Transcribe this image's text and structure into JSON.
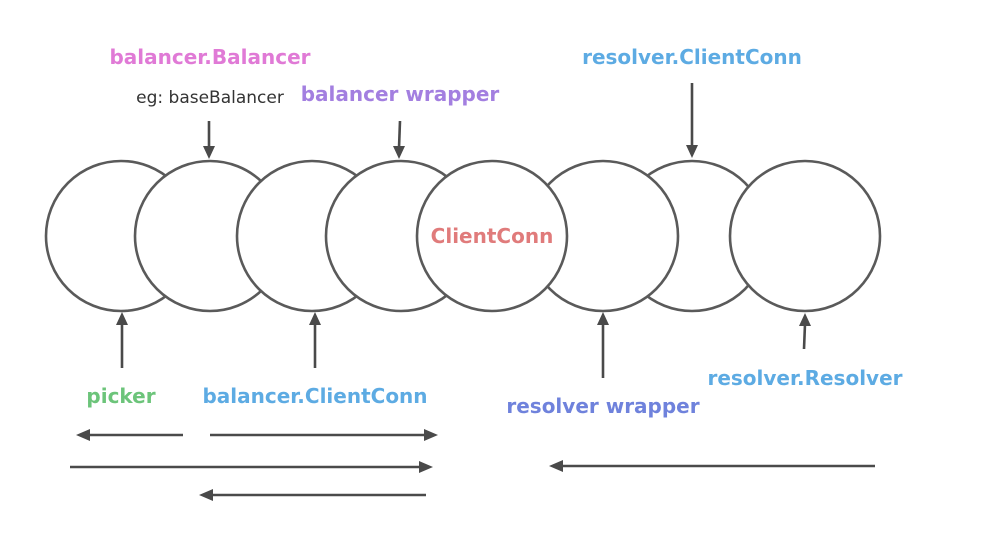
{
  "colors": {
    "balancer_balancer": "#e07ad6",
    "balancer_wrapper": "#a37fe0",
    "resolver_clientconn": "#5dabe3",
    "clientconn": "#e07b7b",
    "picker": "#6cc47a",
    "balancer_clientconn": "#5dabe3",
    "resolver_wrapper": "#6f82dc",
    "resolver_resolver": "#5dabe3",
    "plain_text": "#333333"
  },
  "labels": {
    "balancer_balancer": "balancer.Balancer",
    "eg_base_balancer": "eg: baseBalancer",
    "balancer_wrapper": "balancer wrapper",
    "resolver_clientconn": "resolver.ClientConn",
    "clientconn": "ClientConn",
    "picker": "picker",
    "balancer_clientconn": "balancer.ClientConn",
    "resolver_wrapper": "resolver wrapper",
    "resolver_resolver": "resolver.Resolver"
  }
}
